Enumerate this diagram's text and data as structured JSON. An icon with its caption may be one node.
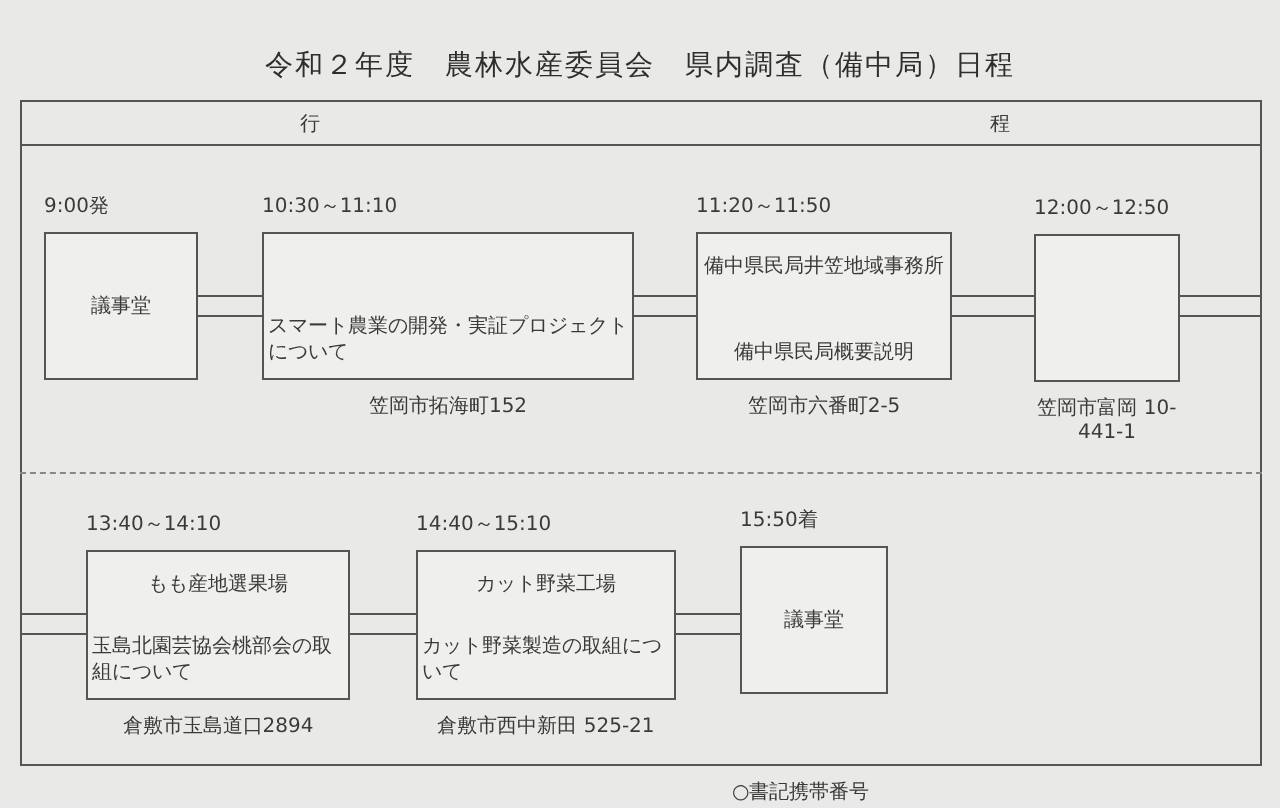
{
  "diagram": {
    "title": "令和２年度　農林水産委員会　県内調査（備中局）日程",
    "nodes": [
      {
        "text": [
          "議事堂"
        ],
        "beside": [
          "9:00発"
        ]
      },
      {
        "text": [
          "スマート農業の開発・実証プロジェクトについて"
        ],
        "beside": [
          "10:30～11:10",
          "笠岡市拓海町152"
        ]
      },
      {
        "text": [
          "備中県民局井笠地域事務所",
          "備中県民局概要説明"
        ],
        "beside": [
          "11:20～11:50",
          "笠岡市六番町2-5"
        ]
      },
      {
        "text": [],
        "shape": "box",
        "beside": [
          "12:00～12:50",
          "笠岡市富岡 10-441-1"
        ]
      },
      {
        "text": [
          "もも産地選果場",
          "玉島北園芸協会桃部会の取組について"
        ],
        "beside": [
          "13:40～14:10",
          "倉敷市玉島道口2894"
        ]
      },
      {
        "text": [
          "カット野菜工場",
          "カット野菜製造の取組について"
        ],
        "beside": [
          "14:40～15:10",
          "倉敷市西中新田 525-21"
        ]
      },
      {
        "text": [
          "議事堂"
        ],
        "beside": [
          "15:50着"
        ]
      }
    ],
    "edges": [
      {
        "from": 0,
        "to": 1,
        "arrow": "none"
      },
      {
        "from": 1,
        "to": 2,
        "arrow": "none"
      },
      {
        "from": 2,
        "to": 3,
        "arrow": "none"
      },
      {
        "from": 3,
        "to": null,
        "arrow": "none"
      },
      {
        "from": null,
        "to": 4,
        "arrow": "none"
      },
      {
        "from": 4,
        "to": 5,
        "arrow": "none"
      },
      {
        "from": 5,
        "to": 6,
        "arrow": "none"
      }
    ],
    "labels": [
      "行",
      "程",
      "○書記携帯番号"
    ]
  }
}
